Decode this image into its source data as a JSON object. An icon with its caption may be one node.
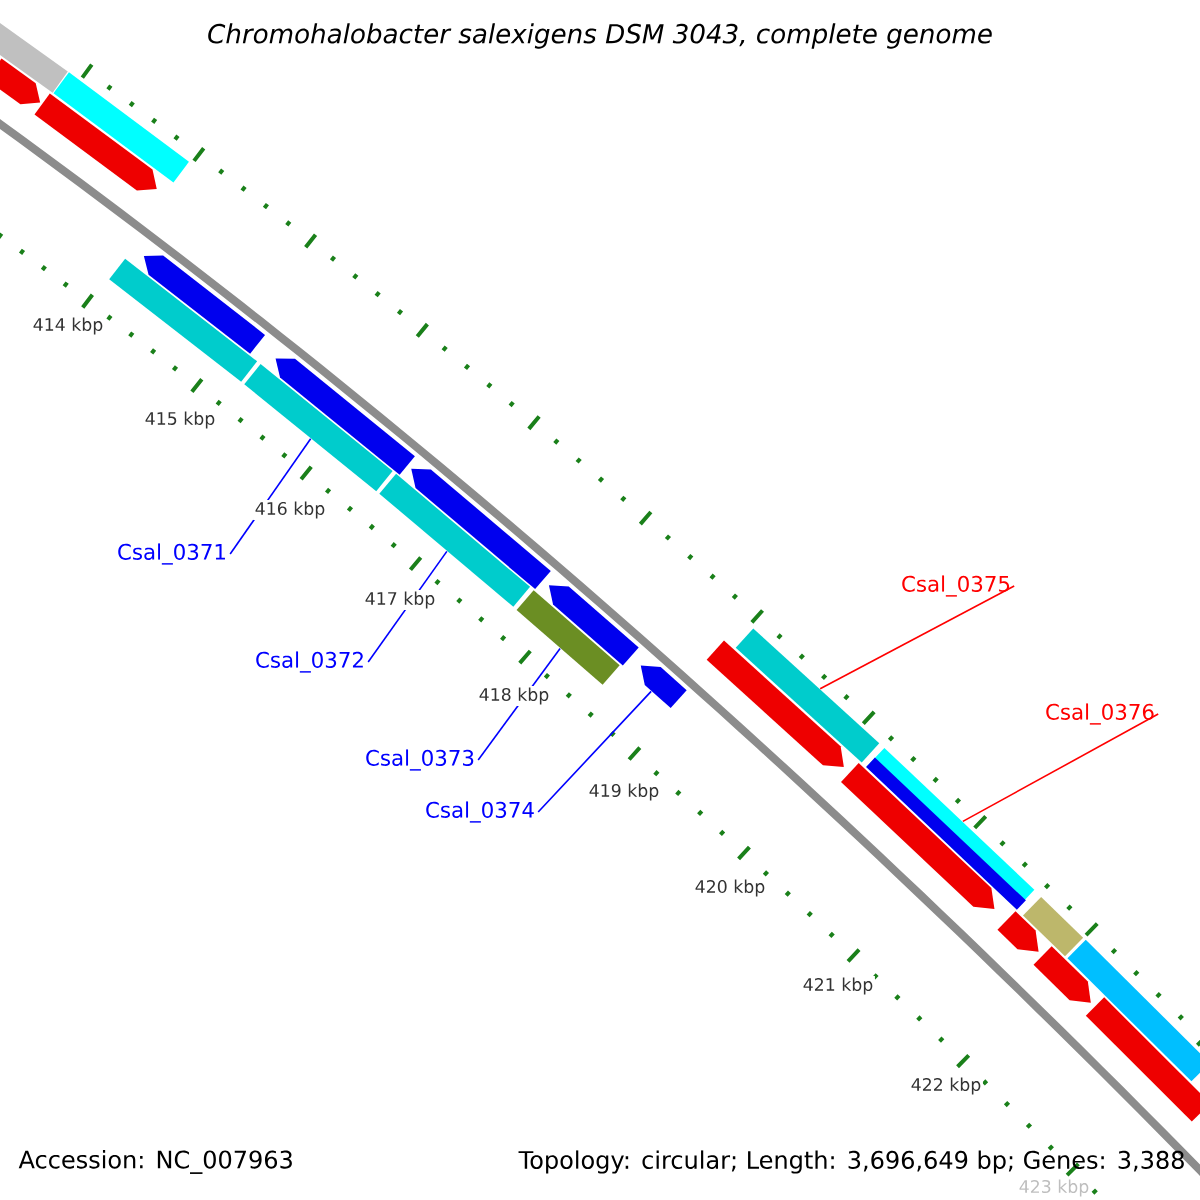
{
  "diagram": {
    "title": "Chromohalobacter salexigens DSM 3043, complete genome",
    "nodes": [
      {
        "text": [
          "Csal_0371"
        ]
      },
      {
        "text": [
          "Csal_0372"
        ]
      },
      {
        "text": [
          "Csal_0373"
        ]
      },
      {
        "text": [
          "Csal_0374"
        ]
      },
      {
        "text": [
          "Csal_0375"
        ]
      },
      {
        "text": [
          "Csal_0376"
        ]
      },
      {
        "text": [],
        "shape": "bar"
      },
      {
        "text": [],
        "shape": "arrow"
      },
      {
        "text": [],
        "shape": "arrow"
      },
      {
        "text": [],
        "shape": "bar"
      },
      {
        "text": [],
        "shape": "bar"
      },
      {
        "text": [],
        "shape": "arrow"
      },
      {
        "text": [],
        "shape": "bar"
      },
      {
        "text": [],
        "shape": "arrow"
      },
      {
        "text": [],
        "shape": "bar"
      },
      {
        "text": [],
        "shape": "arrow"
      },
      {
        "text": [],
        "shape": "bar"
      },
      {
        "text": [],
        "shape": "arrow"
      },
      {
        "text": [],
        "shape": "arrow"
      },
      {
        "text": [],
        "shape": "arrow"
      },
      {
        "text": [],
        "shape": "bar"
      },
      {
        "text": [],
        "shape": "arrow"
      },
      {
        "text": [],
        "shape": "bar"
      },
      {
        "text": [],
        "shape": "arrow"
      },
      {
        "text": [],
        "shape": "bar"
      },
      {
        "text": [],
        "shape": "arrow"
      },
      {
        "text": [],
        "shape": "bar"
      },
      {
        "text": [],
        "shape": "bar"
      }
    ],
    "edges": [
      {
        "from": 0,
        "to": 12,
        "arrow": "none"
      },
      {
        "from": 1,
        "to": 14,
        "arrow": "none"
      },
      {
        "from": 2,
        "to": 16,
        "arrow": "none"
      },
      {
        "from": 3,
        "to": 18,
        "arrow": "none"
      },
      {
        "from": 4,
        "to": 20,
        "arrow": "none",
        "color": "#ff0000"
      },
      {
        "from": 5,
        "to": 22,
        "arrow": "none",
        "color": "#ff0000"
      }
    ],
    "labels": [
      "414 kbp",
      "415 kbp",
      "416 kbp",
      "417 kbp",
      "418 kbp",
      "419 kbp",
      "420 kbp",
      "421 kbp",
      "422 kbp",
      "423 kbp",
      "Accession: NC_007963",
      "Topology: circular; Length: 3,696,649 bp; Genes: 3,388"
    ]
  }
}
